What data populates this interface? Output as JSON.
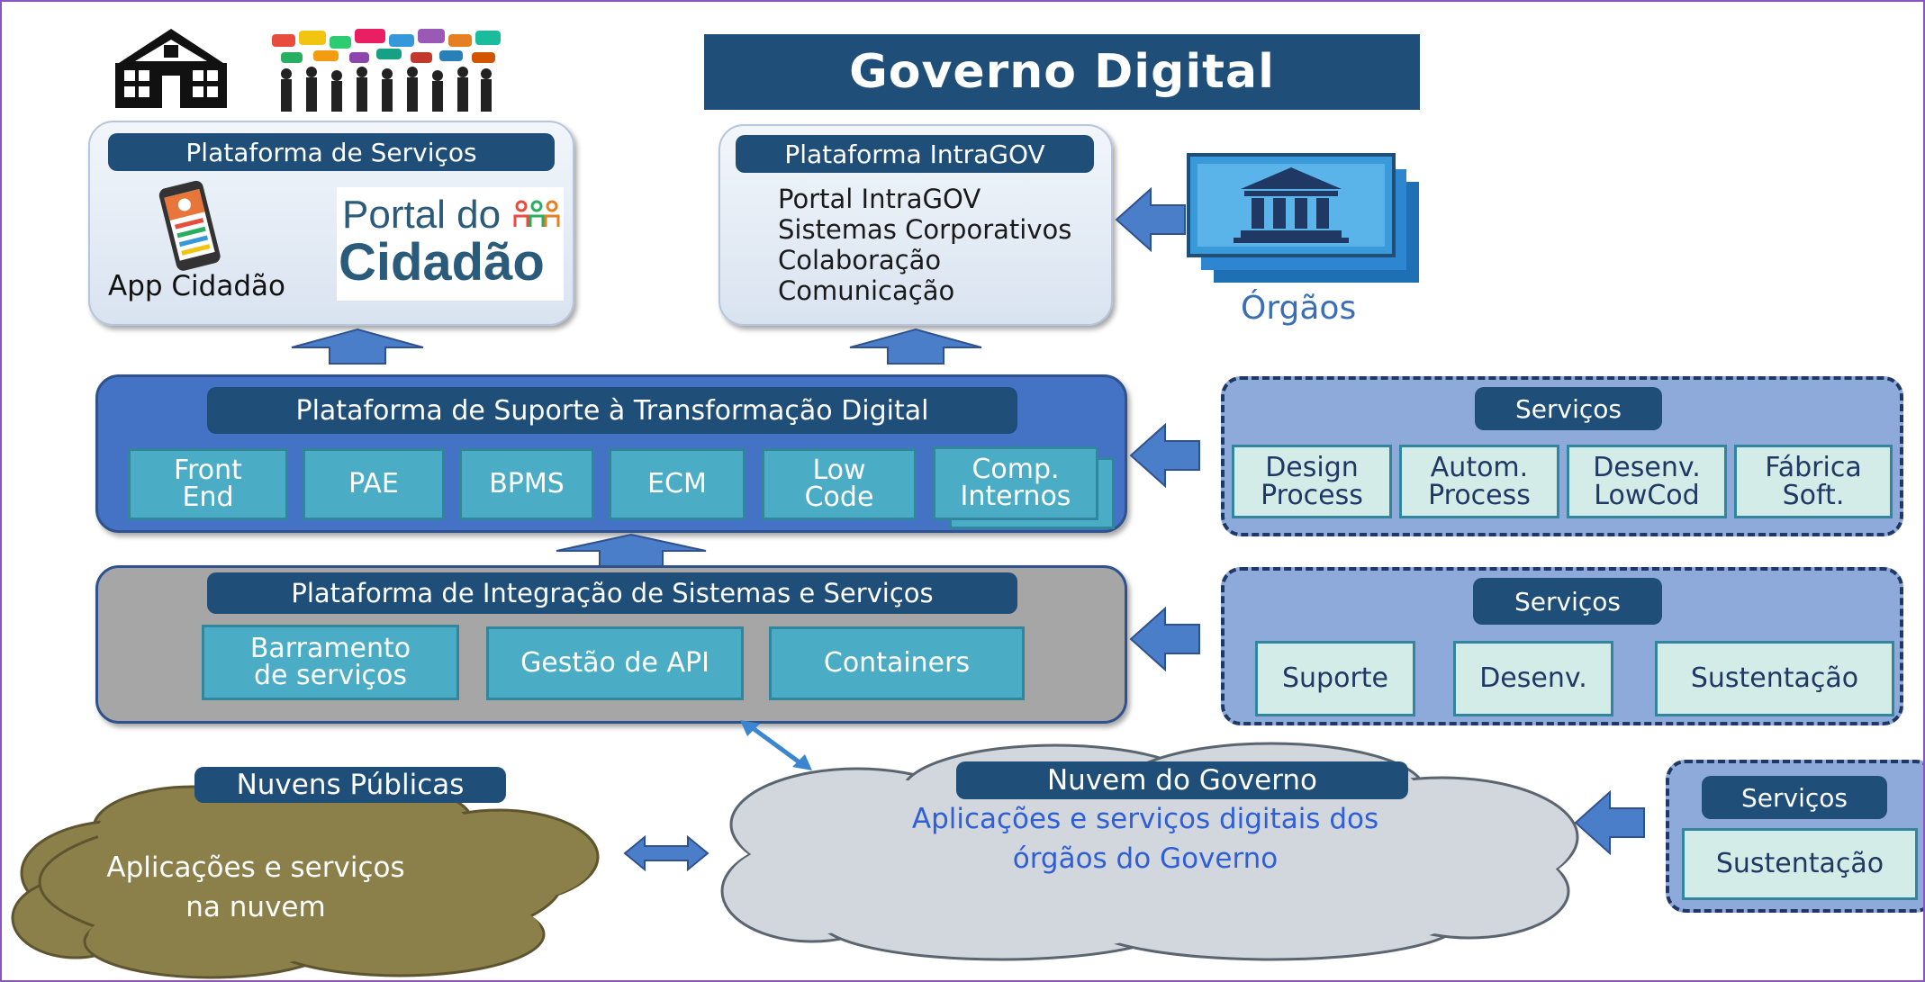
{
  "title": "Governo  Digital",
  "servicos_platform": {
    "header": "Plataforma de Serviços",
    "app_label": "App Cidadão",
    "portal_line1": "Portal do",
    "portal_line2": "Cidadão"
  },
  "intragov": {
    "header": "Plataforma IntraGOV",
    "items": [
      "Portal IntraGOV",
      "Sistemas Corporativos",
      "Colaboração",
      "Comunicação"
    ]
  },
  "orgaos": {
    "label": "Órgãos"
  },
  "transformacao": {
    "header": "Plataforma de Suporte à Transformação Digital",
    "boxes": [
      "Front\nEnd",
      "PAE",
      "BPMS",
      "ECM",
      "Low\nCode",
      "Comp.\nInternos"
    ]
  },
  "servicos1": {
    "header": "Serviços",
    "boxes": [
      "Design\nProcess",
      "Autom.\nProcess",
      "Desenv.\nLowCod",
      "Fábrica\nSoft."
    ]
  },
  "integracao": {
    "header": "Plataforma de Integração de Sistemas e Serviços",
    "boxes": [
      "Barramento\nde serviços",
      "Gestão de API",
      "Containers"
    ]
  },
  "servicos2": {
    "header": "Serviços",
    "boxes": [
      "Suporte",
      "Desenv.",
      "Sustentação"
    ]
  },
  "nuvens_publicas": {
    "header": "Nuvens Públicas",
    "text": "Aplicações e serviços\nna nuvem"
  },
  "nuvem_governo": {
    "header": "Nuvem do Governo",
    "text": "Aplicações e serviços digitais dos\nórgãos do Governo"
  },
  "servicos3": {
    "header": "Serviços",
    "boxes": [
      "Sustentação"
    ]
  },
  "colors": {
    "navy": "#1f4e79",
    "teal": "#4bacc6",
    "blue": "#4472c4",
    "gray": "#a6a6a6",
    "cloud_olive": "#8b7f4a",
    "cloud_gray": "#cfd4da",
    "link_blue": "#2e5fd6"
  }
}
